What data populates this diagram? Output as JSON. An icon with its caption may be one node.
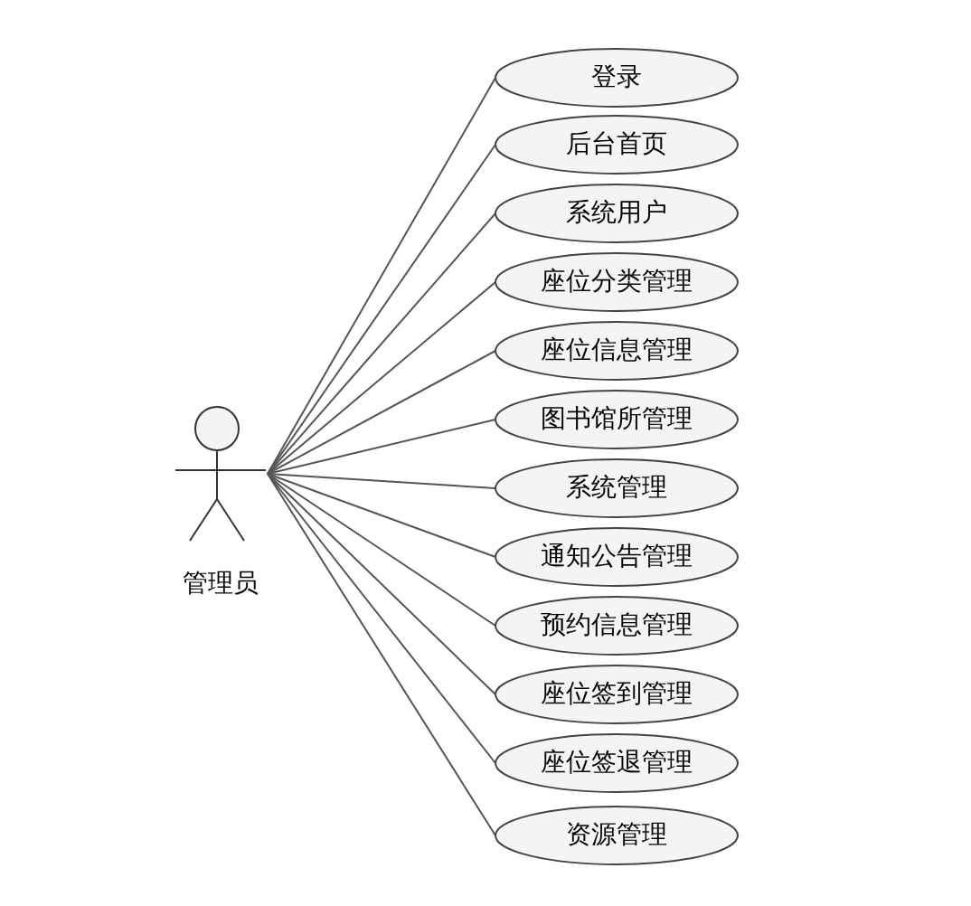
{
  "diagram": {
    "nodes": [
      {
        "text": [
          "管理员"
        ]
      },
      {
        "text": [
          "登录"
        ]
      },
      {
        "text": [
          "后台首页"
        ]
      },
      {
        "text": [
          "系统用户"
        ]
      },
      {
        "text": [
          "座位分类管理"
        ]
      },
      {
        "text": [
          "座位信息管理"
        ]
      },
      {
        "text": [
          "图书馆所管理"
        ]
      },
      {
        "text": [
          "系统管理"
        ]
      },
      {
        "text": [
          "通知公告管理"
        ]
      },
      {
        "text": [
          "预约信息管理"
        ]
      },
      {
        "text": [
          "座位签到管理"
        ]
      },
      {
        "text": [
          "座位签退管理"
        ]
      },
      {
        "text": [
          "资源管理"
        ]
      }
    ],
    "edges": [
      {
        "from": 0,
        "to": 1,
        "arrow": "none"
      },
      {
        "from": 0,
        "to": 2,
        "arrow": "none"
      },
      {
        "from": 0,
        "to": 3,
        "arrow": "none"
      },
      {
        "from": 0,
        "to": 4,
        "arrow": "none"
      },
      {
        "from": 0,
        "to": 5,
        "arrow": "none"
      },
      {
        "from": 0,
        "to": 6,
        "arrow": "none"
      },
      {
        "from": 0,
        "to": 7,
        "arrow": "none"
      },
      {
        "from": 0,
        "to": 8,
        "arrow": "none"
      },
      {
        "from": 0,
        "to": 9,
        "arrow": "none"
      },
      {
        "from": 0,
        "to": 10,
        "arrow": "none"
      },
      {
        "from": 0,
        "to": 11,
        "arrow": "none"
      },
      {
        "from": 0,
        "to": 12,
        "arrow": "none"
      }
    ]
  }
}
